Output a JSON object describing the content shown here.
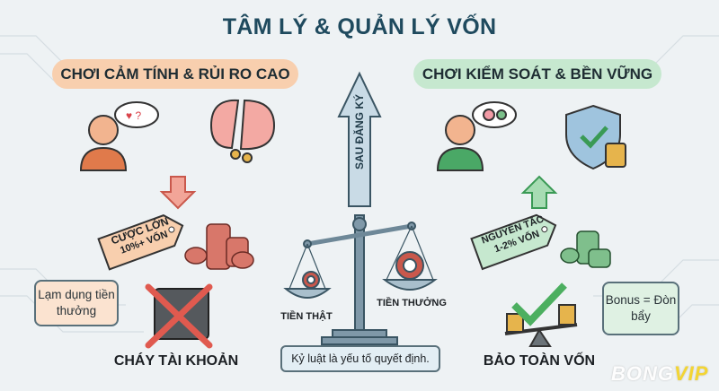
{
  "title": "TÂM LÝ & QUẢN LÝ VỐN",
  "left": {
    "heading": "CHƠI CẢM TÍNH & RỦI RO CAO",
    "tag_line1": "CƯỢC LỚN",
    "tag_line2": "10%+ VỐN",
    "bubble": "Lạm dụng tiền thưởng",
    "result": "CHÁY TÀI KHOẢN",
    "accent": "#f8cfae"
  },
  "right": {
    "heading": "CHƠI KIỂM SOÁT & BỀN VỮNG",
    "tag_line1": "NGUYÊN TẮC",
    "tag_line2": "1-2% VỐN",
    "bubble": "Bonus = Đòn bẩy",
    "result": "BẢO TOÀN VỐN",
    "accent": "#c6e8cf"
  },
  "center": {
    "arrow_label": "SAU ĐĂNG KÝ",
    "pan_left": "TIỀN THẬT",
    "pan_right": "TIỀN THƯỞNG",
    "motto": "Kỷ luật là yếu tố quyết định."
  },
  "watermark": {
    "part1": "BO",
    "part2": "NG",
    "part3": "VIP"
  },
  "colors": {
    "title": "#1f4a5e",
    "danger": "#e05a4f",
    "success": "#4caf60"
  }
}
